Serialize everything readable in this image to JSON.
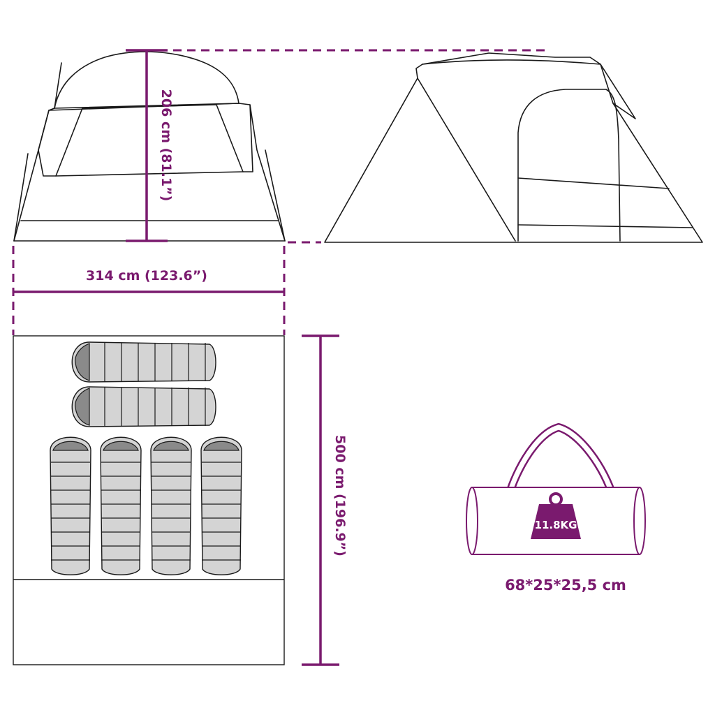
{
  "dimensions": {
    "height_label": "206 cm (81.1”)",
    "width_label": "314 cm (123.6”)",
    "length_label": "500 cm (196.9”)"
  },
  "bag": {
    "weight_label": "11.8KG",
    "size_label": "68*25*25,5 cm"
  },
  "colors": {
    "accent": "#7a1a6e",
    "line": "#1a1a1a",
    "bag_fill": "#d4d4d4",
    "bag_head": "#8a8a8a"
  },
  "sleeping_bags": {
    "horizontal_count": 2,
    "vertical_count": 4
  }
}
